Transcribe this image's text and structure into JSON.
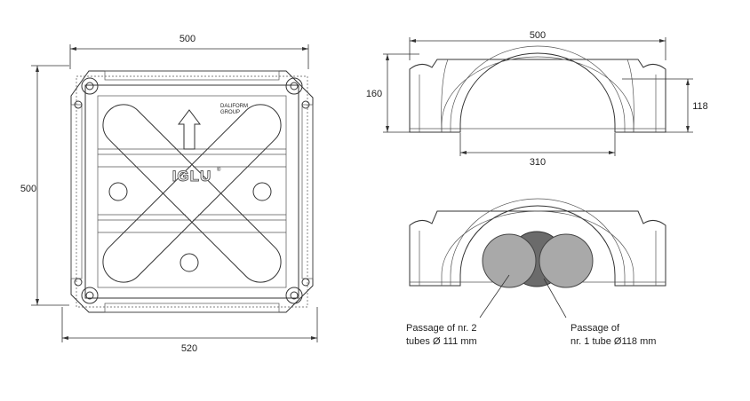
{
  "top_view": {
    "width_top": "500",
    "width_bottom": "520",
    "height_left": "500",
    "logo": "IGLU",
    "logo_mark": "®",
    "brand_line1": "DALIFORM",
    "brand_line2": "GROUP"
  },
  "side_view": {
    "width": "500",
    "height": "160",
    "arch_height": "118",
    "arch_width": "310"
  },
  "pipe_view": {
    "caption_left_line1": "Passage of nr. 2",
    "caption_left_line2": "tubes Ø 111 mm",
    "caption_right_line1": "Passage of",
    "caption_right_line2": "nr. 1 tube Ø118 mm"
  },
  "colors": {
    "line": "#333333",
    "tube_light": "#a9a9a9",
    "tube_dark": "#6b6b6b"
  }
}
